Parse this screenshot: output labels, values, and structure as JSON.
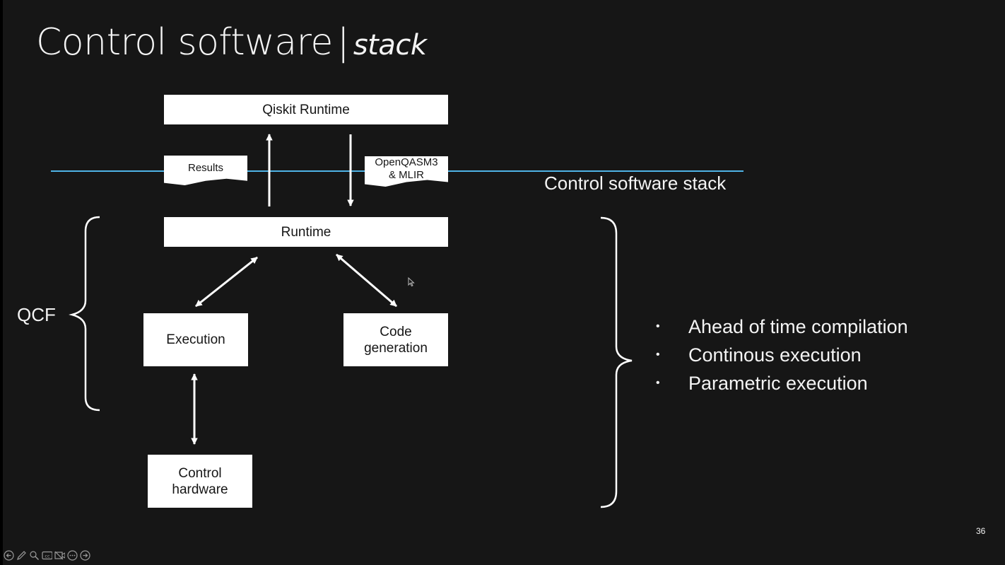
{
  "slide": {
    "title_main": "Control software",
    "title_separator": "|",
    "title_sub": "stack",
    "page_number": "36"
  },
  "diagram": {
    "boxes": {
      "qiskit_runtime": "Qiskit Runtime",
      "runtime": "Runtime",
      "execution": "Execution",
      "code_generation_line1": "Code",
      "code_generation_line2": "generation",
      "control_hardware_line1": "Control",
      "control_hardware_line2": "hardware"
    },
    "documents": {
      "results": "Results",
      "openqasm_line1": "OpenQASM3",
      "openqasm_line2": "& MLIR"
    },
    "boundary_label": "Control software stack",
    "boundary_line_color": "#4eb3e6",
    "qcf_label": "QCF"
  },
  "bullets": [
    "Ahead of time compilation",
    "Continous execution",
    "Parametric execution"
  ],
  "toolbar": {
    "items": [
      {
        "icon": "previous-slide-icon",
        "glyph": "←"
      },
      {
        "icon": "pen-icon",
        "glyph": "✎"
      },
      {
        "icon": "zoom-icon",
        "glyph": "⚲"
      },
      {
        "icon": "subtitles-icon",
        "glyph": "CC"
      },
      {
        "icon": "camera-off-icon",
        "glyph": "⊠"
      },
      {
        "icon": "more-options-icon",
        "glyph": "⋯"
      },
      {
        "icon": "next-slide-icon",
        "glyph": "→"
      }
    ]
  }
}
